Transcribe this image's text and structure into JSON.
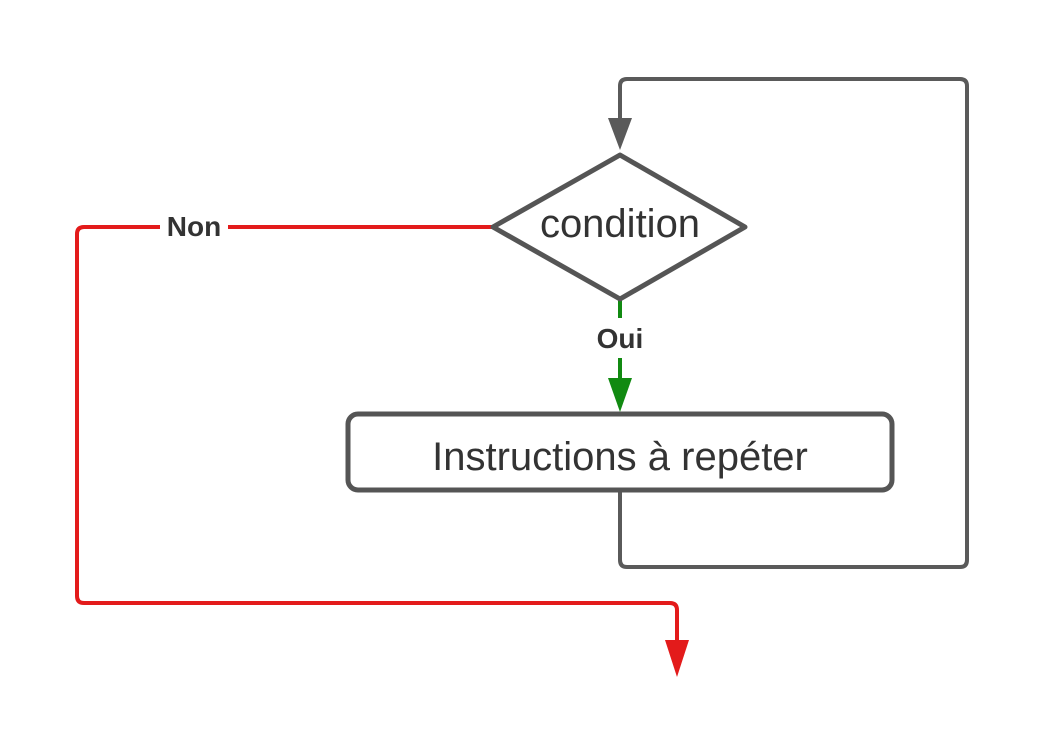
{
  "diagram": {
    "condition_label": "condition",
    "instructions_label": "Instructions à repéter",
    "yes_label": "Oui",
    "no_label": "Non",
    "colors": {
      "node_stroke": "#555555",
      "loop_stroke": "#5a5a5a",
      "yes_stroke": "#118a11",
      "no_stroke": "#e31b1b",
      "text": "#333333"
    }
  }
}
